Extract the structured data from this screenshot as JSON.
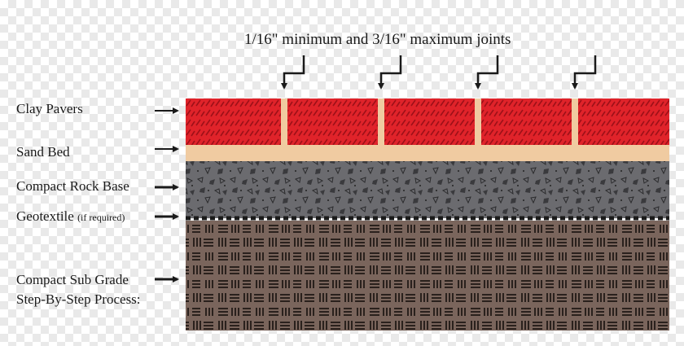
{
  "header": {
    "joint_note": "1/16\" minimum and 3/16\" maximum joints"
  },
  "layers": [
    {
      "id": "pavers",
      "label": "Clay Pavers"
    },
    {
      "id": "sand",
      "label": "Sand Bed"
    },
    {
      "id": "rock",
      "label": "Compact Rock Base"
    },
    {
      "id": "geo",
      "label": "Geotextile",
      "note": "(if required)"
    },
    {
      "id": "subgrade",
      "label": "Compact Sub Grade"
    }
  ],
  "footer": {
    "caption": "Step-By-Step Process:"
  },
  "colors": {
    "paver": "#e0232a",
    "paver_hatch": "#9e1018",
    "sand": "#f0cba1",
    "rock": "#6b6b6f",
    "subgrade": "#7a655c",
    "subgrade_lines": "#2a211d",
    "ink": "#1a1a1a"
  },
  "icons": [
    "arrow-right-icon",
    "arrow-down-bent-icon"
  ]
}
